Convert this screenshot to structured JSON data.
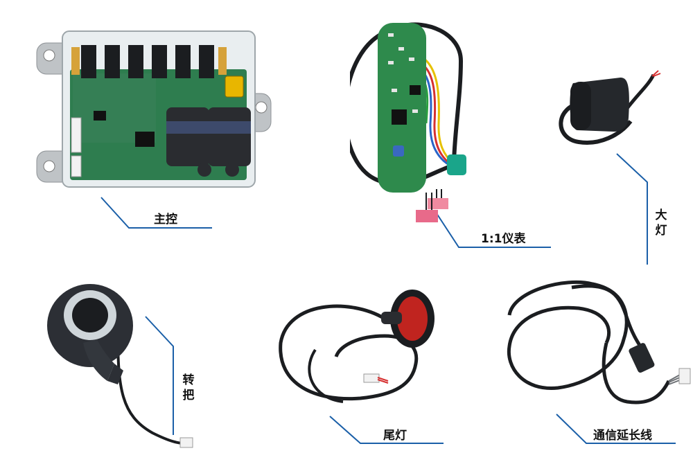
{
  "labels": {
    "controller": "主控",
    "dashboard": "1:1仪表",
    "headlight": "大灯",
    "throttle": "转把",
    "taillight": "尾灯",
    "extension_cable": "通信延长线"
  },
  "colors": {
    "leader_line": "#1a5fa8",
    "pcb_green": "#2e7d4f",
    "cable_black": "#1b1d20",
    "tail_red": "#c0241f",
    "connector_teal": "#1aa58a"
  }
}
